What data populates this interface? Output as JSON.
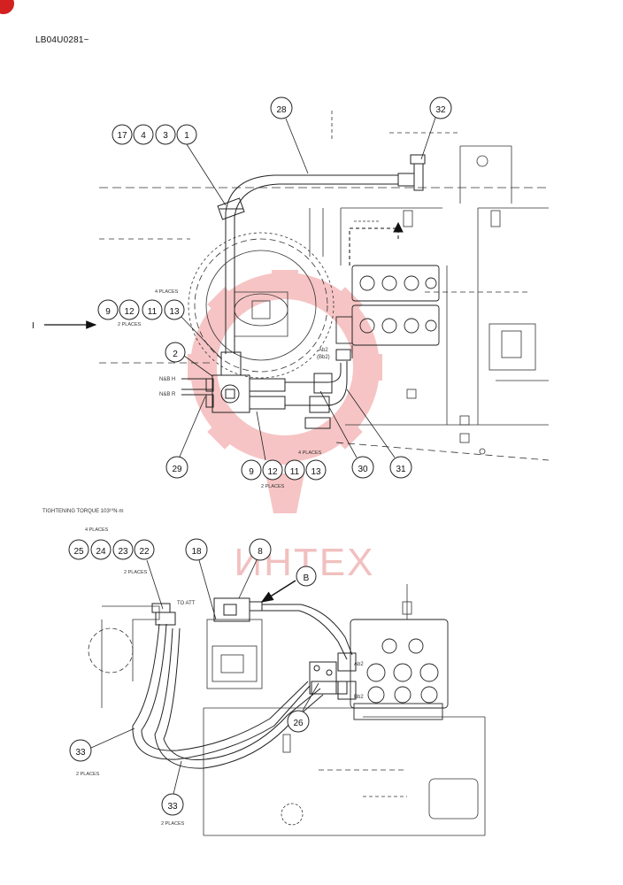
{
  "document_code": "LB04U0281~",
  "accent_color": "#d32020",
  "watermark": {
    "text": "ИНТЕХ",
    "color": "#f2a7a7"
  },
  "top_view": {
    "arrow_label": "I",
    "callouts_a": [
      "17",
      "4",
      "3",
      "1"
    ],
    "callout_hose": "28",
    "callout_fitting": "32",
    "callouts_b": [
      "9",
      "12",
      "11",
      "13"
    ],
    "places_4": "4 PLACES",
    "places_2": "2 PLACES",
    "callout_block": "2",
    "label_h": "N&B H",
    "label_r": "N&B R",
    "port_ab": "Ab2",
    "port_bb": "(Bb2)",
    "callouts_c": [
      "9",
      "12",
      "11",
      "13"
    ],
    "places_4b": "4 PLACES",
    "places_2b": "2 PLACES",
    "callout_29": "29",
    "callout_30": "30",
    "callout_31": "31"
  },
  "torque_note": "TIGHTENING TORQUE 103¹⁰N·m",
  "bottom_view": {
    "places_4": "4 PLACES",
    "callouts_d": [
      "25",
      "24",
      "23",
      "22"
    ],
    "places_2": "2 PLACES",
    "to_att": "TO ATT",
    "callout_18": "18",
    "callout_8": "8",
    "detail_b": "B",
    "port_ab": "Ab2",
    "port_bb": "Bb2",
    "callout_26": "26",
    "callout_33a": "33",
    "places_33a": "2 PLACES",
    "callout_33b": "33",
    "places_33b": "2 PLACES"
  }
}
